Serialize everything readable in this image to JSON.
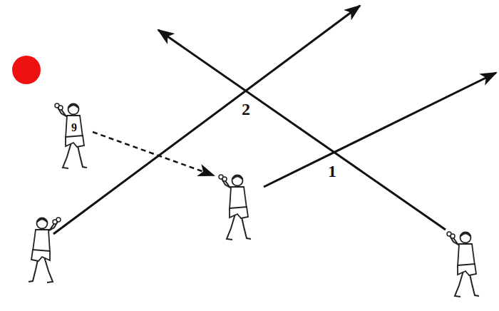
{
  "diagram": {
    "labels": [
      "9",
      "2",
      "1"
    ]
  }
}
